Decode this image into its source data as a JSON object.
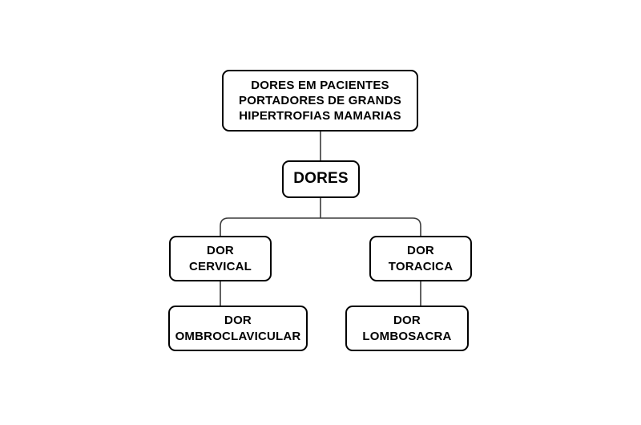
{
  "diagram": {
    "title": "DORES EM PACIENTES PORTADORES DE GRANDS HIPERTROFIAS MAMARIAS",
    "background_color": "#ffffff",
    "border_color": "#000000",
    "connector_color": "#3b3b3b",
    "nodes": {
      "root": {
        "id": "root",
        "label": "DORES EM PACIENTES\nPORTADORES DE GRANDS\nHIPERTROFIAS MAMARIAS",
        "level": 0
      },
      "dores": {
        "id": "dores",
        "label": "DORES",
        "level": 1
      },
      "cervical": {
        "id": "cervical",
        "label": "DOR\nCERVICAL",
        "level": 2
      },
      "toracica": {
        "id": "toracica",
        "label": "DOR\nTORACICA",
        "level": 2
      },
      "ombroclavicular": {
        "id": "ombroclavicular",
        "label": "DOR\nOMBROCLAVICULAR",
        "level": 3
      },
      "lombosacra": {
        "id": "lombosacra",
        "label": "DOR\nLOMBOSACRA",
        "level": 3
      }
    },
    "edges": [
      {
        "from": "root",
        "to": "dores",
        "style": "straight"
      },
      {
        "from": "dores",
        "to": "cervical",
        "style": "elbow"
      },
      {
        "from": "dores",
        "to": "toracica",
        "style": "elbow"
      },
      {
        "from": "cervical",
        "to": "ombroclavicular",
        "style": "straight"
      },
      {
        "from": "toracica",
        "to": "lombosacra",
        "style": "straight"
      }
    ]
  }
}
